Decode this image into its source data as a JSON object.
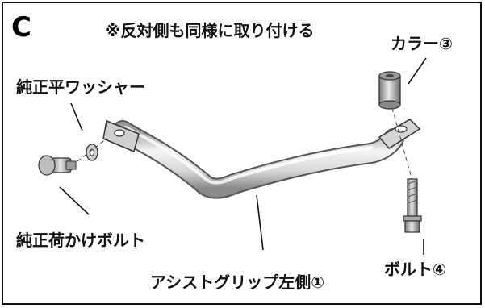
{
  "panel": {
    "letter": "C"
  },
  "note": "※反対側も同様に取り付ける",
  "labels": {
    "collar": "カラー③",
    "washer": "純正平ワッシャー",
    "hook_bolt": "純正荷かけボルト",
    "grip": "アシストグリップ左側①",
    "bolt": "ボルト④"
  }
}
